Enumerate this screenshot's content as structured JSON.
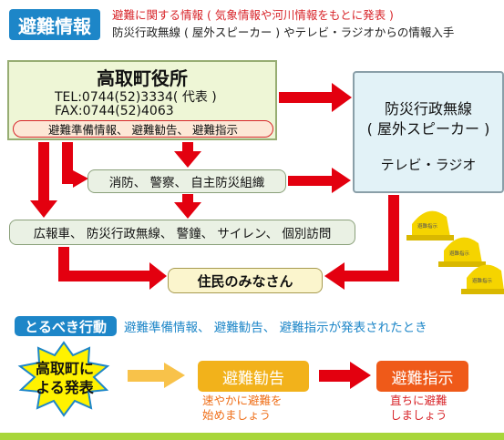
{
  "header": {
    "badge": "避難情報",
    "line1": "避難に関する情報 ( 気象情報や河川情報をもとに発表 )",
    "line2": "防災行政無線 ( 屋外スピーカー ) やテレビ・ラジオからの情報入手"
  },
  "town_office": {
    "name": "高取町役所",
    "tel": "TEL:0744(52)3334( 代表 )",
    "fax": "FAX:0744(52)4063",
    "info_types": "避難準備情報、 避難勧告、 避難指示"
  },
  "broadcast": {
    "line1": "防災行政無線",
    "line2": "( 屋外スピーカー )",
    "line3": "テレビ・ラジオ"
  },
  "fire_police": "消防、 警察、 自主防災組織",
  "routes": "広報車、 防災行政無線、 警鐘、 サイレン、 個別訪問",
  "residents": "住民のみなさん",
  "helmet_label": "避難指示",
  "action": {
    "label": "とるべき行動",
    "text": "避難準備情報、 避難勧告、 避難指示が発表されたとき"
  },
  "announcement": {
    "line1": "高取町に",
    "line2": "よる発表"
  },
  "steps": [
    {
      "label": "避難勧告",
      "note1": "速やかに避難を",
      "note2": "始めましょう"
    },
    {
      "label": "避難指示",
      "note1": "直ちに避難",
      "note2": "しましょう"
    }
  ],
  "colors": {
    "blue": "#1d86c8",
    "red_arrow": "#e3000f",
    "step1": "#f2b21b",
    "step2": "#ef5a19",
    "helmet": "#f5d400",
    "residents_fill": "#fbf5cd",
    "green_bar": "#a8d63b"
  }
}
